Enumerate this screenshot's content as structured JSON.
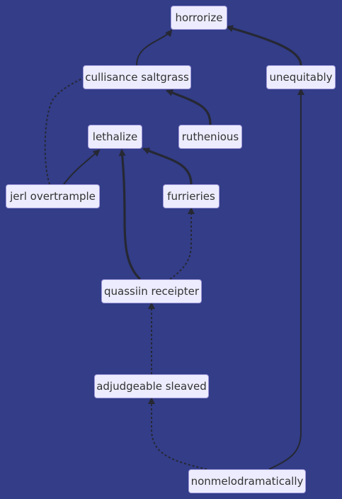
{
  "diagram": {
    "colors": {
      "background": "#333d88",
      "node_fill": "#ececfe",
      "node_border": "#9f97d9",
      "edge": "#262833"
    },
    "nodes": {
      "horrorize": "horrorize",
      "cullisance": "cullisance saltgrass",
      "unequitably": "unequitably",
      "lethalize": "lethalize",
      "ruthenious": "ruthenious",
      "jerl": "jerl overtrample",
      "furrieries": "furrieries",
      "quassiin": "quassiin receipter",
      "adjudgeable": "adjudgeable sleaved",
      "nonmelo": "nonmelodramatically"
    },
    "edges": [
      {
        "from": "cullisance",
        "to": "horrorize",
        "style": "solid"
      },
      {
        "from": "unequitably",
        "to": "horrorize",
        "style": "thick"
      },
      {
        "from": "jerl",
        "to": "cullisance",
        "style": "dotted"
      },
      {
        "from": "ruthenious",
        "to": "cullisance",
        "style": "thick"
      },
      {
        "from": "jerl",
        "to": "lethalize",
        "style": "solid"
      },
      {
        "from": "quassiin",
        "to": "lethalize",
        "style": "thick"
      },
      {
        "from": "furrieries",
        "to": "lethalize",
        "style": "thick"
      },
      {
        "from": "quassiin",
        "to": "furrieries",
        "style": "dotted"
      },
      {
        "from": "adjudgeable",
        "to": "quassiin",
        "style": "dotted"
      },
      {
        "from": "nonmelo",
        "to": "adjudgeable",
        "style": "dotted"
      },
      {
        "from": "nonmelo",
        "to": "unequitably",
        "style": "solid"
      }
    ]
  }
}
